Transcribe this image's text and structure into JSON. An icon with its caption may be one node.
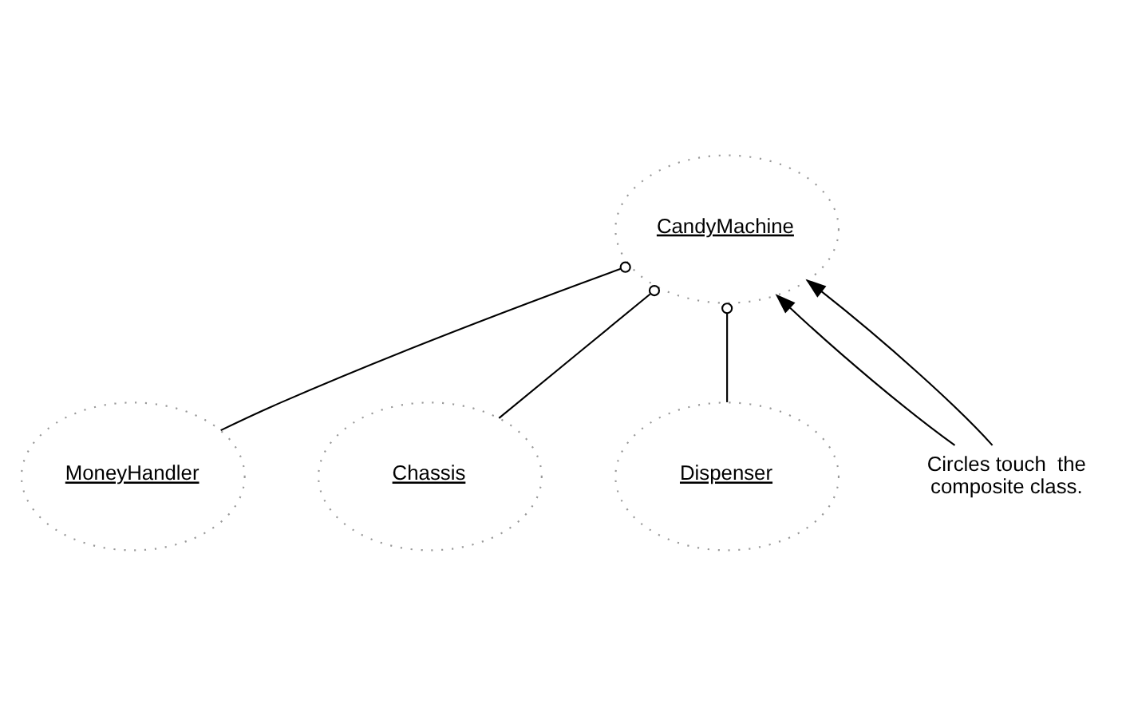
{
  "diagram": {
    "nodes": [
      {
        "text": [
          "CandyMachine"
        ]
      },
      {
        "text": [
          "MoneyHandler"
        ]
      },
      {
        "text": [
          "Chassis"
        ]
      },
      {
        "text": [
          "Dispenser"
        ]
      },
      {
        "text": [
          "Circles touch  the composite class."
        ]
      }
    ],
    "edges": [
      {
        "from": 1,
        "to": 0,
        "arrow": "other"
      },
      {
        "from": 2,
        "to": 0,
        "arrow": "other"
      },
      {
        "from": 3,
        "to": 0,
        "arrow": "other"
      },
      {
        "from": 4,
        "to": 0,
        "arrow": "to"
      },
      {
        "from": 4,
        "to": 0,
        "arrow": "to"
      }
    ]
  }
}
